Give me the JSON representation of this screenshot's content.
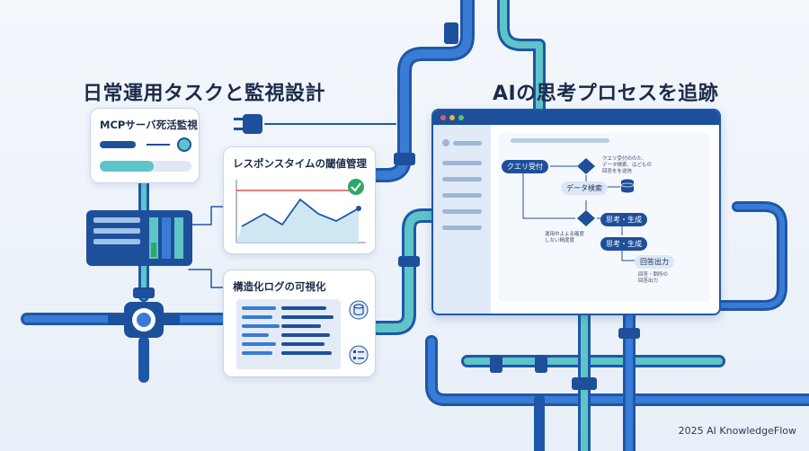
{
  "left_heading": "日常運用タスクと監視設計",
  "right_heading": "AIの思考プロセスを追跡",
  "cards": {
    "mcp": {
      "title": "MCPサーバ死活監視"
    },
    "latency": {
      "title": "レスポンスタイムの閾値管理"
    },
    "logs": {
      "title": "構造化ログの可視化"
    }
  },
  "flow": {
    "query_node": "クエリ受付",
    "query_note_1": "クエリ受付ののた、",
    "query_note_2": "データ検索、はどもの",
    "query_note_3": "回答をを送信",
    "search_node": "データ検索",
    "think_node_1": "思考・生成",
    "side_note_1": "運用中よよる確度",
    "side_note_2": "しない精度度",
    "think_node_2": "思考・生成",
    "answer_node": "回答出力",
    "answer_note_1": "回答・劉所の",
    "answer_note_2": "回答出力"
  },
  "footer": "2025 AI KnowledgeFlow",
  "colors": {
    "pipe_dark": "#1e57a8",
    "pipe_mid": "#3a7bd5",
    "pipe_teal": "#5ec4c8",
    "ok_green": "#2fa66a",
    "threshold_red": "#d9534f"
  }
}
